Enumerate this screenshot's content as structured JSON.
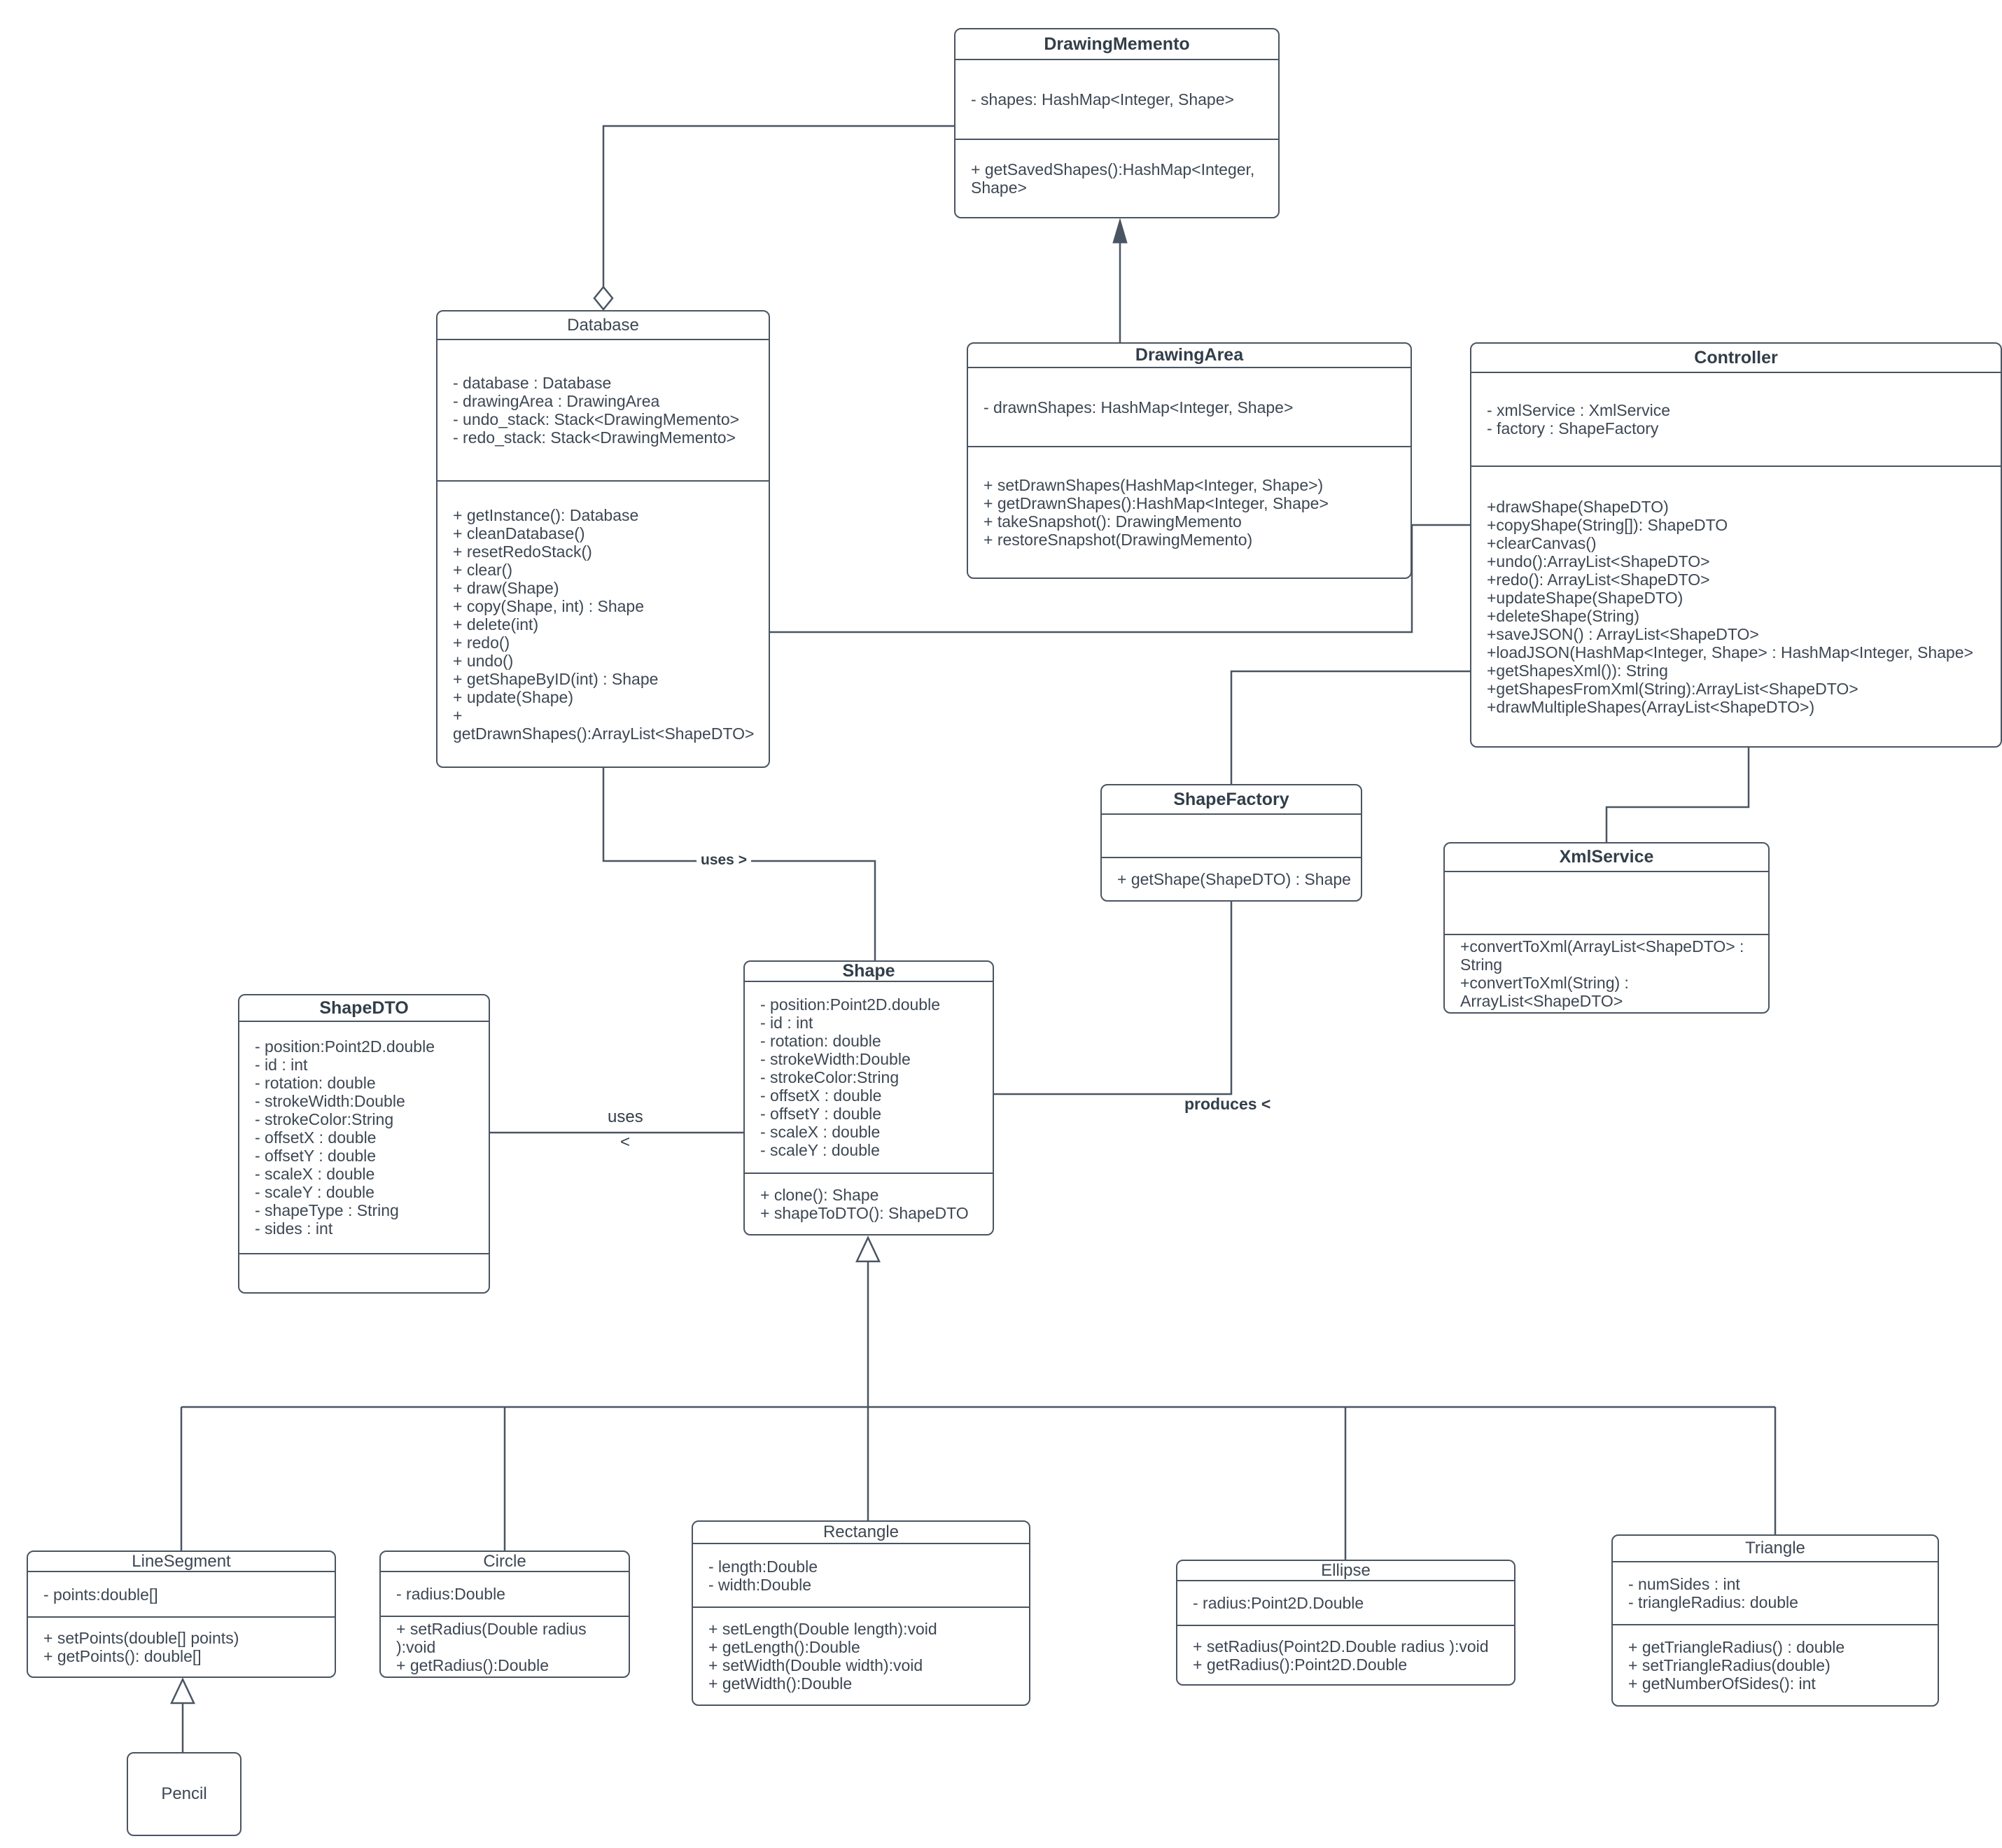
{
  "diagram_title": "Drawing application UML class diagram",
  "colors": {
    "line": "#4a5562",
    "text": "#3d4753",
    "background": "#ffffff"
  },
  "labels": {
    "uses_arrow": "uses >",
    "uses": "uses",
    "uses_direction": "<",
    "produces": "produces <"
  },
  "classes": {
    "drawingMemento": {
      "title": "DrawingMemento",
      "attributes": [
        "- shapes: HashMap<Integer, Shape>"
      ],
      "methods": [
        "+ getSavedShapes():HashMap<Integer, Shape>"
      ]
    },
    "database": {
      "title": "Database",
      "attributes": [
        "- database : Database",
        "- drawingArea : DrawingArea",
        "- undo_stack: Stack<DrawingMemento>",
        "- redo_stack: Stack<DrawingMemento>"
      ],
      "methods": [
        "+ getInstance(): Database",
        "+ cleanDatabase()",
        "+ resetRedoStack()",
        "+ clear()",
        "+ draw(Shape)",
        "+ copy(Shape, int) : Shape",
        "+ delete(int)",
        "+ redo()",
        "+ undo()",
        "+ getShapeByID(int) : Shape",
        "+ update(Shape)",
        "+ getDrawnShapes():ArrayList<ShapeDTO>"
      ]
    },
    "drawingArea": {
      "title": "DrawingArea",
      "attributes": [
        "- drawnShapes: HashMap<Integer, Shape>"
      ],
      "methods": [
        "+ setDrawnShapes(HashMap<Integer, Shape>)",
        "+ getDrawnShapes():HashMap<Integer, Shape>",
        "+ takeSnapshot(): DrawingMemento",
        "+ restoreSnapshot(DrawingMemento)"
      ]
    },
    "controller": {
      "title": "Controller",
      "attributes": [
        "- xmlService : XmlService",
        "- factory : ShapeFactory"
      ],
      "methods": [
        "+drawShape(ShapeDTO)",
        "+copyShape(String[]): ShapeDTO",
        "+clearCanvas()",
        "+undo():ArrayList<ShapeDTO>",
        "+redo(): ArrayList<ShapeDTO>",
        "+updateShape(ShapeDTO)",
        "+deleteShape(String)",
        "+saveJSON() : ArrayList<ShapeDTO>",
        "+loadJSON(HashMap<Integer, Shape> : HashMap<Integer, Shape>",
        "+getShapesXml()): String",
        "+getShapesFromXml(String):ArrayList<ShapeDTO>",
        "+drawMultipleShapes(ArrayList<ShapeDTO>)"
      ]
    },
    "shapeFactory": {
      "title": "ShapeFactory",
      "attributes": [],
      "methods": [
        "+ getShape(ShapeDTO) : Shape"
      ]
    },
    "xmlService": {
      "title": "XmlService",
      "attributes": [],
      "methods": [
        "+convertToXml(ArrayList<ShapeDTO> : String",
        "+convertToXml(String) : ArrayList<ShapeDTO>"
      ]
    },
    "shapeDTO": {
      "title": "ShapeDTO",
      "attributes": [
        "- position:Point2D.double",
        "- id : int",
        "- rotation: double",
        "- strokeWidth:Double",
        "- strokeColor:String",
        "- offsetX : double",
        "- offsetY : double",
        "- scaleX : double",
        "- scaleY : double",
        "- shapeType : String",
        "- sides : int"
      ],
      "methods": []
    },
    "shape": {
      "title": "Shape",
      "attributes": [
        "- position:Point2D.double",
        "- id : int",
        "- rotation: double",
        "- strokeWidth:Double",
        "- strokeColor:String",
        "- offsetX : double",
        "- offsetY : double",
        "- scaleX : double",
        "- scaleY : double"
      ],
      "methods": [
        "+ clone(): Shape",
        "+ shapeToDTO(): ShapeDTO"
      ]
    },
    "lineSegment": {
      "title": "LineSegment",
      "attributes": [
        "- points:double[]"
      ],
      "methods": [
        "+ setPoints(double[] points)",
        "+ getPoints(): double[]"
      ]
    },
    "circle": {
      "title": "Circle",
      "attributes": [
        "- radius:Double"
      ],
      "methods": [
        "+ setRadius(Double radius ):void",
        "+ getRadius():Double"
      ]
    },
    "rectangle": {
      "title": "Rectangle",
      "attributes": [
        "- length:Double",
        "- width:Double"
      ],
      "methods": [
        "+ setLength(Double length):void",
        "+ getLength():Double",
        "+ setWidth(Double width):void",
        "+ getWidth():Double"
      ]
    },
    "ellipse": {
      "title": "Ellipse",
      "attributes": [
        "- radius:Point2D.Double"
      ],
      "methods": [
        "+ setRadius(Point2D.Double radius ):void",
        "+ getRadius():Point2D.Double"
      ]
    },
    "triangle": {
      "title": "Triangle",
      "attributes": [
        "- numSides : int",
        "- triangleRadius: double"
      ],
      "methods": [
        "+ getTriangleRadius() : double",
        "+ setTriangleRadius(double)",
        "+ getNumberOfSides(): int"
      ]
    },
    "pencil": {
      "title": "Pencil",
      "attributes": [],
      "methods": []
    }
  }
}
